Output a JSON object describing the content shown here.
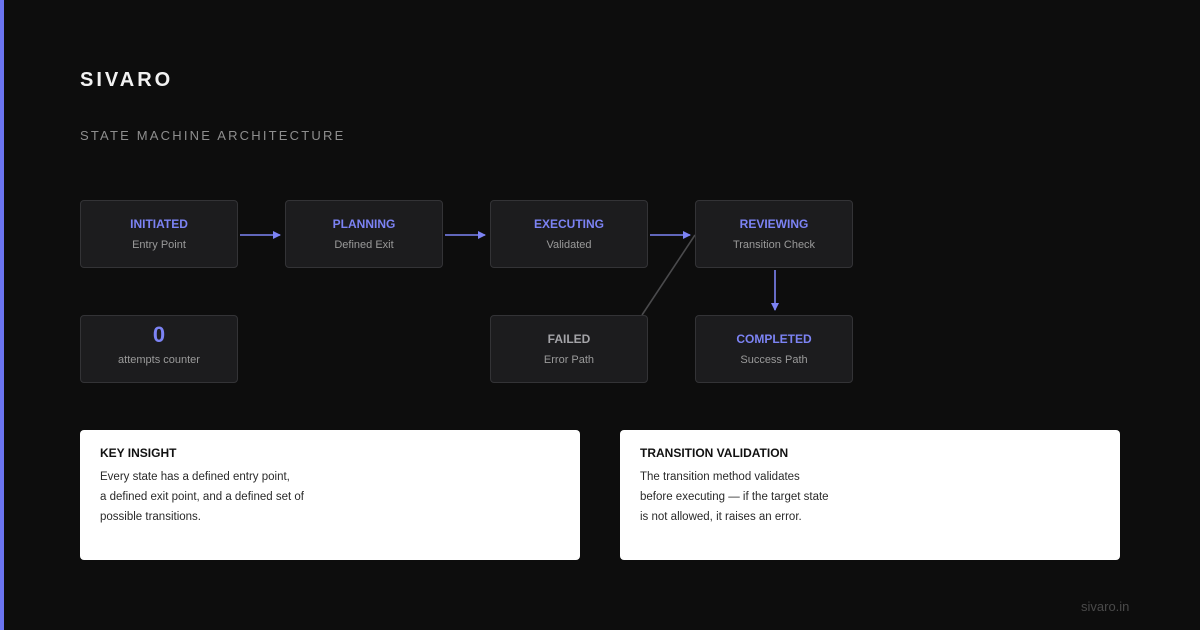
{
  "brand": "SIVARO",
  "subtitle": "STATE MACHINE ARCHITECTURE",
  "states": {
    "initiated": {
      "name": "INITIATED",
      "desc": "Entry Point"
    },
    "planning": {
      "name": "PLANNING",
      "desc": "Defined Exit"
    },
    "executing": {
      "name": "EXECUTING",
      "desc": "Validated"
    },
    "reviewing": {
      "name": "REVIEWING",
      "desc": "Transition Check"
    },
    "failed": {
      "name": "FAILED",
      "desc": "Error Path"
    },
    "completed": {
      "name": "COMPLETED",
      "desc": "Success Path"
    }
  },
  "counter": {
    "value": "0",
    "label": "attempts counter"
  },
  "cards": {
    "insight": {
      "title": "KEY INSIGHT",
      "lines": [
        "Every state has a defined entry point,",
        "a defined exit point, and a defined set of",
        "possible transitions."
      ]
    },
    "validation": {
      "title": "TRANSITION VALIDATION",
      "lines": [
        "The transition method validates",
        "before executing — if the target state",
        "is not allowed, it raises an error."
      ]
    }
  },
  "footer": "sivaro.in",
  "colors": {
    "accent": "#6b74f0",
    "state_name": "#7c83f4",
    "background": "#0d0d0d"
  }
}
